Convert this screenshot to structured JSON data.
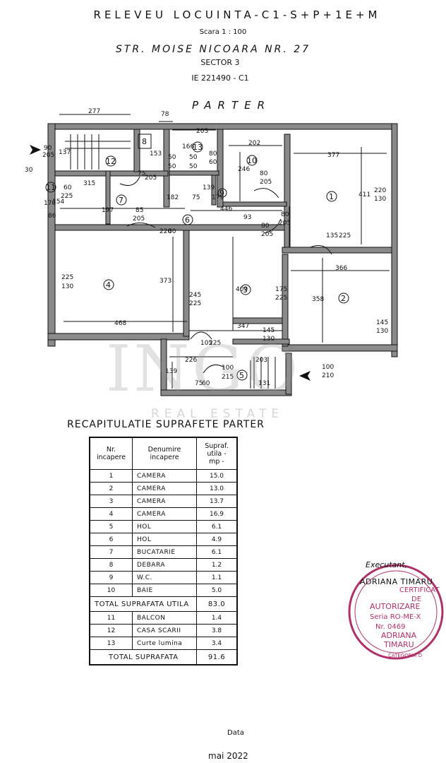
{
  "header": {
    "title": "RELEVEU LOCUINTA-C1-S+P+1E+M",
    "scale": "Scara 1 : 100",
    "street": "STR. MOISE NICOARA NR. 27",
    "sector": "SECTOR 3",
    "ie": "IE 221490 - C1",
    "floor": "PARTER"
  },
  "watermark": {
    "brand": "INGO",
    "subtitle": "REAL ESTATE"
  },
  "plan": {
    "dimensions": [
      "277",
      "78",
      "203",
      "202",
      "377",
      "90",
      "205",
      "137",
      "30",
      "153",
      "166",
      "50",
      "50",
      "50",
      "50",
      "80",
      "60",
      "246",
      "80",
      "205",
      "411",
      "220",
      "130",
      "170",
      "154",
      "86",
      "60",
      "225",
      "315",
      "197",
      "75",
      "205",
      "139",
      "75",
      "182",
      "179",
      "85",
      "205",
      "446",
      "93",
      "80",
      "205",
      "135",
      "225",
      "80",
      "220",
      "366",
      "225",
      "130",
      "373",
      "245",
      "225",
      "409",
      "175",
      "225",
      "358",
      "145",
      "130",
      "468",
      "347",
      "145",
      "130",
      "105",
      "225",
      "226",
      "203",
      "139",
      "75",
      "60",
      "100",
      "215",
      "131",
      "100",
      "210",
      "80",
      "205"
    ],
    "rooms": [
      "1",
      "2",
      "3",
      "4",
      "5",
      "6",
      "7",
      "8",
      "9",
      "10",
      "11",
      "12",
      "13"
    ]
  },
  "recap": {
    "title": "RECAPITULATIE SUPRAFETE PARTER",
    "headers": {
      "nr": "Nr. incapere",
      "name": "Denumire incapere",
      "area": "Supraf. utila - mp -"
    },
    "rows": [
      {
        "nr": "1",
        "name": "CAMERA",
        "area": "15.0"
      },
      {
        "nr": "2",
        "name": "CAMERA",
        "area": "13.0"
      },
      {
        "nr": "3",
        "name": "CAMERA",
        "area": "13.7"
      },
      {
        "nr": "4",
        "name": "CAMERA",
        "area": "16.9"
      },
      {
        "nr": "5",
        "name": "HOL",
        "area": "6.1"
      },
      {
        "nr": "6",
        "name": "HOL",
        "area": "4.9"
      },
      {
        "nr": "7",
        "name": "BUCATARIE",
        "area": "6.1"
      },
      {
        "nr": "8",
        "name": "DEBARA",
        "area": "1.2"
      },
      {
        "nr": "9",
        "name": "W.C.",
        "area": "1.1"
      },
      {
        "nr": "10",
        "name": "BAIE",
        "area": "5.0"
      }
    ],
    "total_useful": {
      "label": "TOTAL SUPRAFATA UTILA",
      "value": "83.0"
    },
    "extra_rows": [
      {
        "nr": "11",
        "name": "BALCON",
        "area": "1.4"
      },
      {
        "nr": "12",
        "name": "CASA SCARII",
        "area": "3.8"
      },
      {
        "nr": "13",
        "name": "Curte lumina",
        "area": "3.4"
      }
    ],
    "total": {
      "label": "TOTAL SUPRAFATA",
      "value": "91.6"
    }
  },
  "signature": {
    "executant_label": "Executant,",
    "name": "ADRIANA TIMARU",
    "stamp_lines": [
      "CERTIFICAT",
      "DE",
      "AUTORIZARE",
      "Seria RO-ME-X",
      "Nr. 0469",
      "ADRIANA",
      "TIMARU",
      "CATEGORIA D"
    ]
  },
  "footer": {
    "date_label": "Data",
    "date": "mai 2022"
  },
  "colors": {
    "ink": "#111111",
    "wall": "#8a8a8a",
    "stamp": "#b0306a"
  }
}
